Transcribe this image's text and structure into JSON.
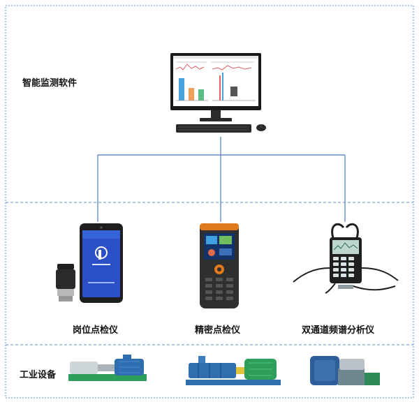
{
  "sections": {
    "software_label": "智能监测软件",
    "industrial_label": "工业设备"
  },
  "devices": [
    {
      "label": "岗位点检仪",
      "icon": "post-inspection-phone-icon"
    },
    {
      "label": "精密点检仪",
      "icon": "handheld-inspector-icon"
    },
    {
      "label": "双通道频谱分析仪",
      "icon": "spectrum-analyzer-icon"
    }
  ],
  "machines": [
    {
      "icon": "pump-motor-unit-icon"
    },
    {
      "icon": "multistage-pump-icon"
    },
    {
      "icon": "centrifugal-fan-icon"
    }
  ],
  "colors": {
    "frame_border": "#5b8fd6",
    "connector": "#4a78c8",
    "monitor_bezel": "#1a1a1a",
    "bar_blue": "#4aa3df",
    "bar_orange": "#f0a05a",
    "bar_green": "#5cbf8a",
    "machine_green": "#2e9e5b",
    "machine_blue": "#2f6fb0"
  }
}
